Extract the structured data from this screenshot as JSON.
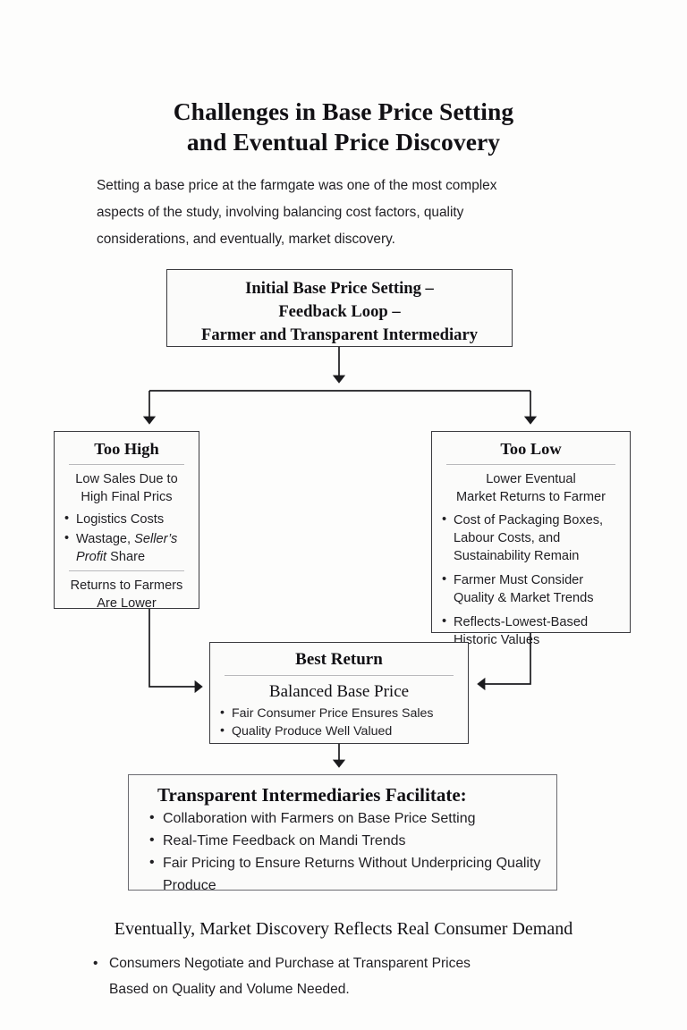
{
  "title": {
    "line1": "Challenges in Base Price Setting",
    "line2": "and Eventual Price Discovery"
  },
  "intro": {
    "line1": "Setting a base price at the farmgate was one of the most complex",
    "line2": "aspects of the study, involving balancing cost factors, quality",
    "line3": "considerations, and eventually, market discovery."
  },
  "boxes": {
    "initial": {
      "line1": "Initial Base Price Setting –",
      "line2": "Feedback Loop –",
      "line3": "Farmer and Transparent Intermediary"
    },
    "too_high": {
      "heading": "Too High",
      "lead_line1": "Low Sales Due to",
      "lead_line2": "High Final Prics",
      "bullets": [
        {
          "text": "Logistics Costs"
        },
        {
          "pre": "Wastage, ",
          "italic": "Seller’s Profit",
          "post": " Share"
        }
      ],
      "tail_line1": "Returns to Farmers",
      "tail_line2": "Are Lower"
    },
    "too_low": {
      "heading": "Too Low",
      "lead_line1": "Lower Eventual",
      "lead_line2": "Market Returns to Farmer",
      "bullets": [
        "Cost of Packaging Boxes, Labour Costs, and Sustainability Remain",
        "Farmer Must Consider Quality & Market Trends",
        "Reflects-Lowest-Based Historic Values"
      ]
    },
    "best_return": {
      "heading": "Best Return",
      "subheading": "Balanced Base Price",
      "bullets": [
        "Fair Consumer Price Ensures Sales",
        "Quality Produce Well Valued"
      ]
    },
    "facilitate": {
      "heading": "Transparent Intermediaries Facilitate:",
      "bullets": [
        "Collaboration with Farmers on Base Price Setting",
        "Real-Time Feedback on Mandi Trends",
        "Fair Pricing to Ensure Returns Without Underpricing Quality Produce"
      ]
    }
  },
  "footer": {
    "heading": "Eventually, Market Discovery Reflects Real Consumer Demand",
    "bullet_line1": "Consumers Negotiate and Purchase at Transparent Prices",
    "bullet_line2": "Based on Quality and Volume Needed."
  },
  "colors": {
    "background": "#fdfdfc",
    "box_border": "#3a3a3e",
    "box_fill": "#fbfbfa",
    "divider": "#b9b9bc",
    "text": "#17161a",
    "connector": "#1b1b1e"
  }
}
